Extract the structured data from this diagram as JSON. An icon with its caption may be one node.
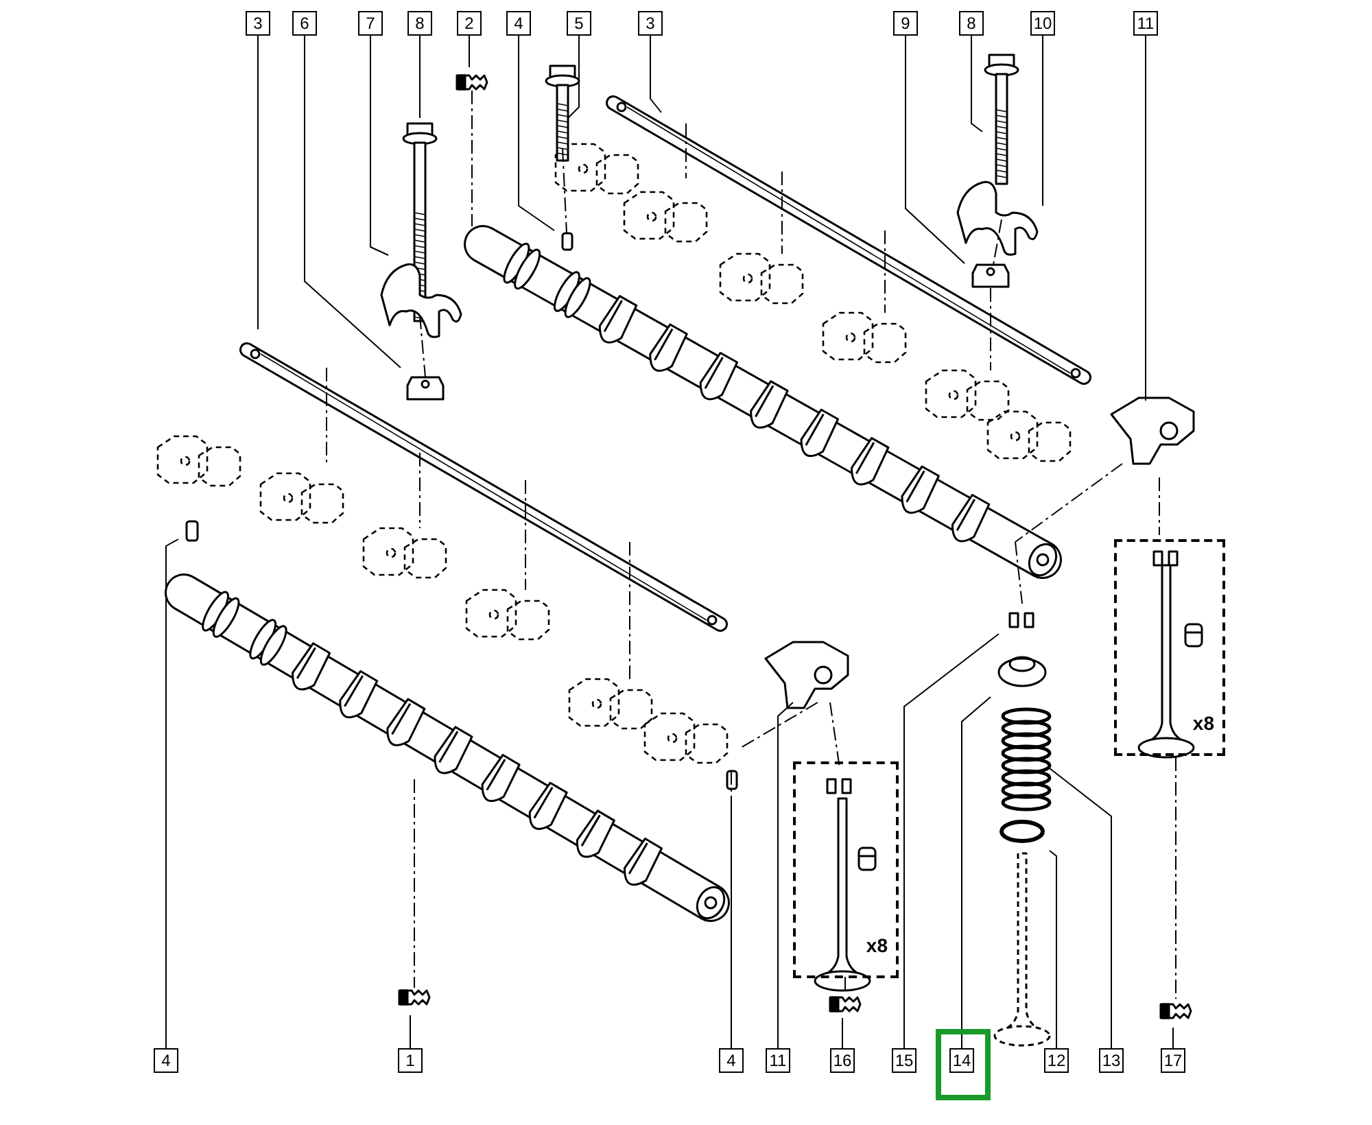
{
  "diagram": {
    "nodes": [
      {
        "text": [
          "3"
        ]
      },
      {
        "text": [
          "6"
        ]
      },
      {
        "text": [
          "7"
        ]
      },
      {
        "text": [
          "8"
        ]
      },
      {
        "text": [
          "2"
        ]
      },
      {
        "text": [
          "4"
        ]
      },
      {
        "text": [
          "5"
        ]
      },
      {
        "text": [
          "3"
        ]
      },
      {
        "text": [
          "9"
        ]
      },
      {
        "text": [
          "8"
        ]
      },
      {
        "text": [
          "10"
        ]
      },
      {
        "text": [
          "11"
        ]
      },
      {
        "text": [
          "4"
        ]
      },
      {
        "text": [
          "1"
        ]
      },
      {
        "text": [
          "4"
        ]
      },
      {
        "text": [
          "11"
        ]
      },
      {
        "text": [
          "16"
        ]
      },
      {
        "text": [
          "15"
        ]
      },
      {
        "text": [
          "14"
        ]
      },
      {
        "text": [
          "12"
        ]
      },
      {
        "text": [
          "13"
        ]
      },
      {
        "text": [
          "17"
        ]
      },
      {
        "text": [
          "x8"
        ]
      },
      {
        "text": [
          "x8"
        ]
      }
    ],
    "edges": [
      {
        "from": 0,
        "to": null,
        "arrow": "none"
      },
      {
        "from": 1,
        "to": null,
        "arrow": "none"
      },
      {
        "from": 2,
        "to": null,
        "arrow": "none"
      },
      {
        "from": 3,
        "to": null,
        "arrow": "none"
      },
      {
        "from": 4,
        "to": null,
        "arrow": "none"
      },
      {
        "from": 5,
        "to": null,
        "arrow": "none"
      },
      {
        "from": 6,
        "to": null,
        "arrow": "none"
      },
      {
        "from": 7,
        "to": null,
        "arrow": "none"
      },
      {
        "from": 8,
        "to": null,
        "arrow": "none"
      },
      {
        "from": 9,
        "to": null,
        "arrow": "none"
      },
      {
        "from": 10,
        "to": null,
        "arrow": "none"
      },
      {
        "from": 11,
        "to": null,
        "arrow": "none"
      },
      {
        "from": 12,
        "to": null,
        "arrow": "none"
      },
      {
        "from": 13,
        "to": null,
        "arrow": "none"
      },
      {
        "from": 14,
        "to": null,
        "arrow": "none"
      },
      {
        "from": 15,
        "to": null,
        "arrow": "none"
      },
      {
        "from": 16,
        "to": null,
        "arrow": "none"
      },
      {
        "from": 17,
        "to": null,
        "arrow": "none"
      },
      {
        "from": 18,
        "to": null,
        "arrow": "none"
      },
      {
        "from": 19,
        "to": null,
        "arrow": "none"
      },
      {
        "from": 20,
        "to": null,
        "arrow": "none"
      },
      {
        "from": 21,
        "to": null,
        "arrow": "none"
      }
    ]
  }
}
